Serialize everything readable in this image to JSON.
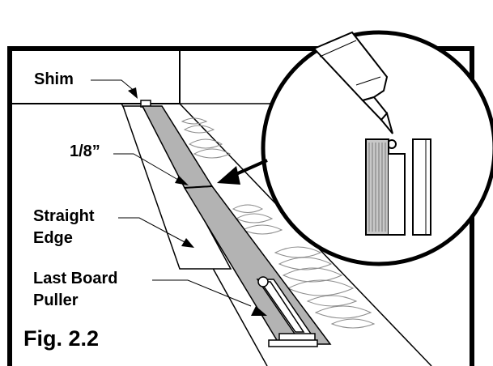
{
  "labels": {
    "shim": "Shim",
    "eighth_inch": "1/8”",
    "straight_edge_line1": "Straight",
    "straight_edge_line2": "Edge",
    "last_board_puller_line1": "Last Board",
    "last_board_puller_line2": "Puller"
  },
  "figure_label": "Fig. 2.2",
  "colors": {
    "ink": "#000000",
    "paper": "#ffffff",
    "board_gray": "#b3b3b3",
    "wood_grain": "#8c8c8c"
  }
}
